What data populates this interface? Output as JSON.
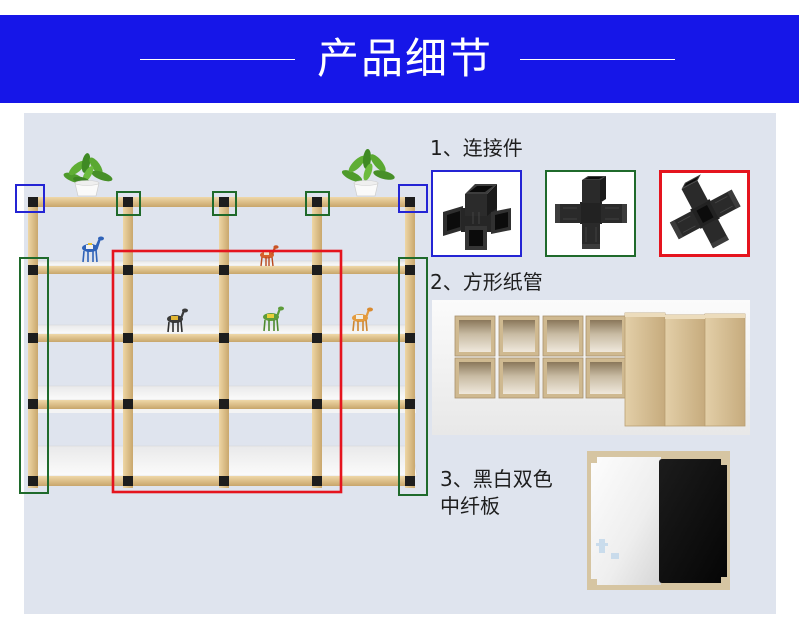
{
  "banner": {
    "title": "产品细节"
  },
  "connectors": {
    "label": "1、连接件"
  },
  "paper_tubes": {
    "label": "2、方形纸管"
  },
  "board": {
    "label_line1": "3、黑白双色",
    "label_line2": "中纤板"
  },
  "colors": {
    "banner": "#1616e8",
    "panel": "#dfe4ee",
    "callout_blue": "#2424d4",
    "callout_green": "#1f6a2b",
    "callout_red": "#e5141e"
  }
}
